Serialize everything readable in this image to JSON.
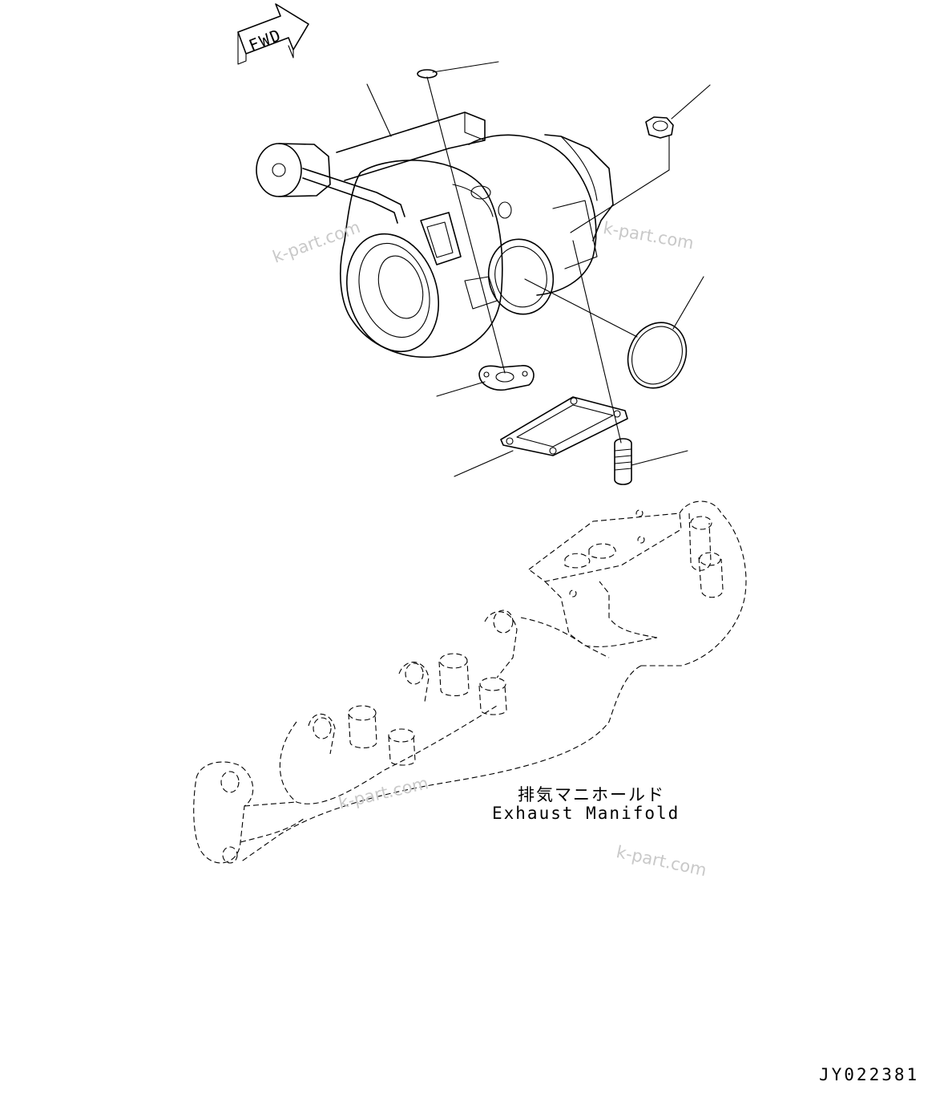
{
  "direction_arrow": {
    "label": "FWD",
    "icon": "forward-arrow-icon"
  },
  "caption": {
    "japanese": "排気マニホールド",
    "english": "Exhaust Manifold"
  },
  "watermarks": [
    "k-part.com",
    "k-part.com",
    "k-part.com",
    "k-part.com"
  ],
  "figure_code": "JY022381",
  "parts": [
    {
      "name": "turbocharger",
      "icon": "turbocharger-icon"
    },
    {
      "name": "o-ring-small",
      "icon": "o-ring-icon"
    },
    {
      "name": "nut",
      "icon": "hex-nut-icon"
    },
    {
      "name": "o-ring-large",
      "icon": "o-ring-icon"
    },
    {
      "name": "oil-gasket",
      "icon": "gasket-icon"
    },
    {
      "name": "flange-gasket",
      "icon": "gasket-icon"
    },
    {
      "name": "stud",
      "icon": "stud-bolt-icon"
    },
    {
      "name": "exhaust-manifold",
      "icon": "manifold-icon"
    }
  ]
}
